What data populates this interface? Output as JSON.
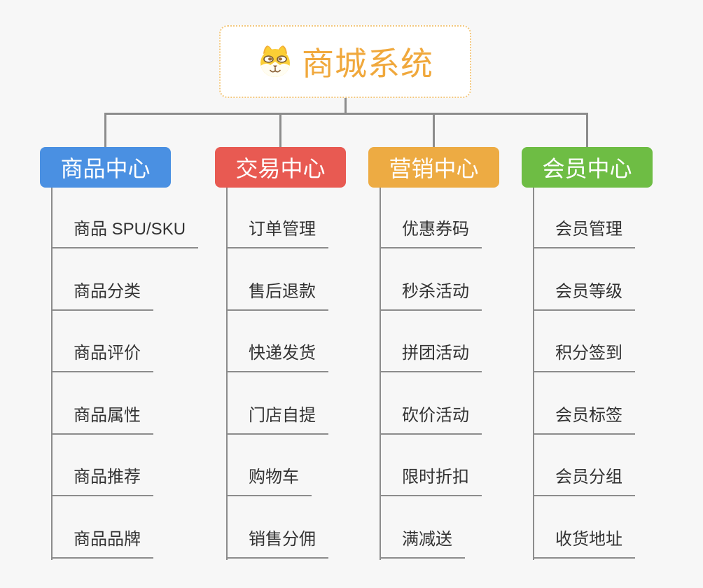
{
  "canvas": {
    "background_color": "#f7f7f7",
    "connector_color": "#8c8c8c"
  },
  "root": {
    "title": "商城系统",
    "icon": "dog-face-icon",
    "title_color": "#f0a83c",
    "border_color": "#f3c87e"
  },
  "branches": [
    {
      "label": "商品中心",
      "color": "#4a90e2",
      "children": [
        "商品 SPU/SKU",
        "商品分类",
        "商品评价",
        "商品属性",
        "商品推荐",
        "商品品牌"
      ]
    },
    {
      "label": "交易中心",
      "color": "#e85a52",
      "children": [
        "订单管理",
        "售后退款",
        "快递发货",
        "门店自提",
        "购物车",
        "销售分佣"
      ]
    },
    {
      "label": "营销中心",
      "color": "#edab43",
      "children": [
        "优惠券码",
        "秒杀活动",
        "拼团活动",
        "砍价活动",
        "限时折扣",
        "满减送"
      ]
    },
    {
      "label": "会员中心",
      "color": "#6ebd44",
      "children": [
        "会员管理",
        "会员等级",
        "积分签到",
        "会员标签",
        "会员分组",
        "收货地址"
      ]
    }
  ]
}
